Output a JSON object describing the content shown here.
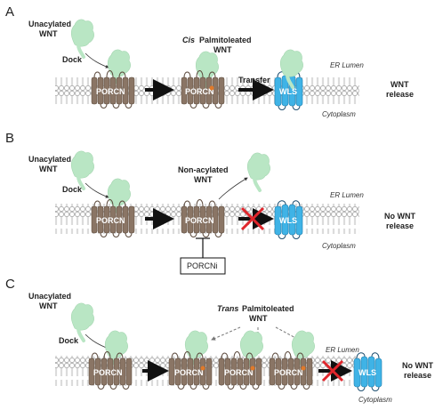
{
  "panels": [
    {
      "letter": "A",
      "unacylated_lines": [
        "Unacylated",
        "WNT"
      ],
      "dock": "Dock",
      "porcn": "PORCN",
      "middle_title_prefix": "Cis",
      "middle_title_rest": "Palmitoleated",
      "middle_title_line2": "WNT",
      "transfer": "Transfer",
      "wls": "WLS",
      "er_lumen": "ER Lumen",
      "cytoplasm": "Cytoplasm",
      "outcome_lines": [
        "WNT",
        "release"
      ]
    },
    {
      "letter": "B",
      "unacylated_lines": [
        "Unacylated",
        "WNT"
      ],
      "dock": "Dock",
      "porcn": "PORCN",
      "middle_title_lines": [
        "Non-acylated",
        "WNT"
      ],
      "inhibitor": "PORCNi",
      "wls": "WLS",
      "er_lumen": "ER Lumen",
      "cytoplasm": "Cytoplasm",
      "outcome_lines": [
        "No WNT",
        "release"
      ]
    },
    {
      "letter": "C",
      "unacylated_lines": [
        "Unacylated",
        "WNT"
      ],
      "dock": "Dock",
      "porcn": "PORCN",
      "middle_title_prefix": "Trans",
      "middle_title_rest": "Palmitoleated",
      "middle_title_line2": "WNT",
      "wls": "WLS",
      "er_lumen": "ER Lumen",
      "cytoplasm": "Cytoplasm",
      "outcome_lines": [
        "No WNT",
        "release"
      ]
    }
  ],
  "colors": {
    "porcn": "#8a7565",
    "wls": "#3fb3e6",
    "wnt": "#b9e6c4",
    "membrane_head": "#ffffff",
    "membrane_stroke": "#9a9a9a",
    "arrow": "#111111",
    "cross": "#e0262c",
    "palmitoleate": "#e07a2a"
  }
}
